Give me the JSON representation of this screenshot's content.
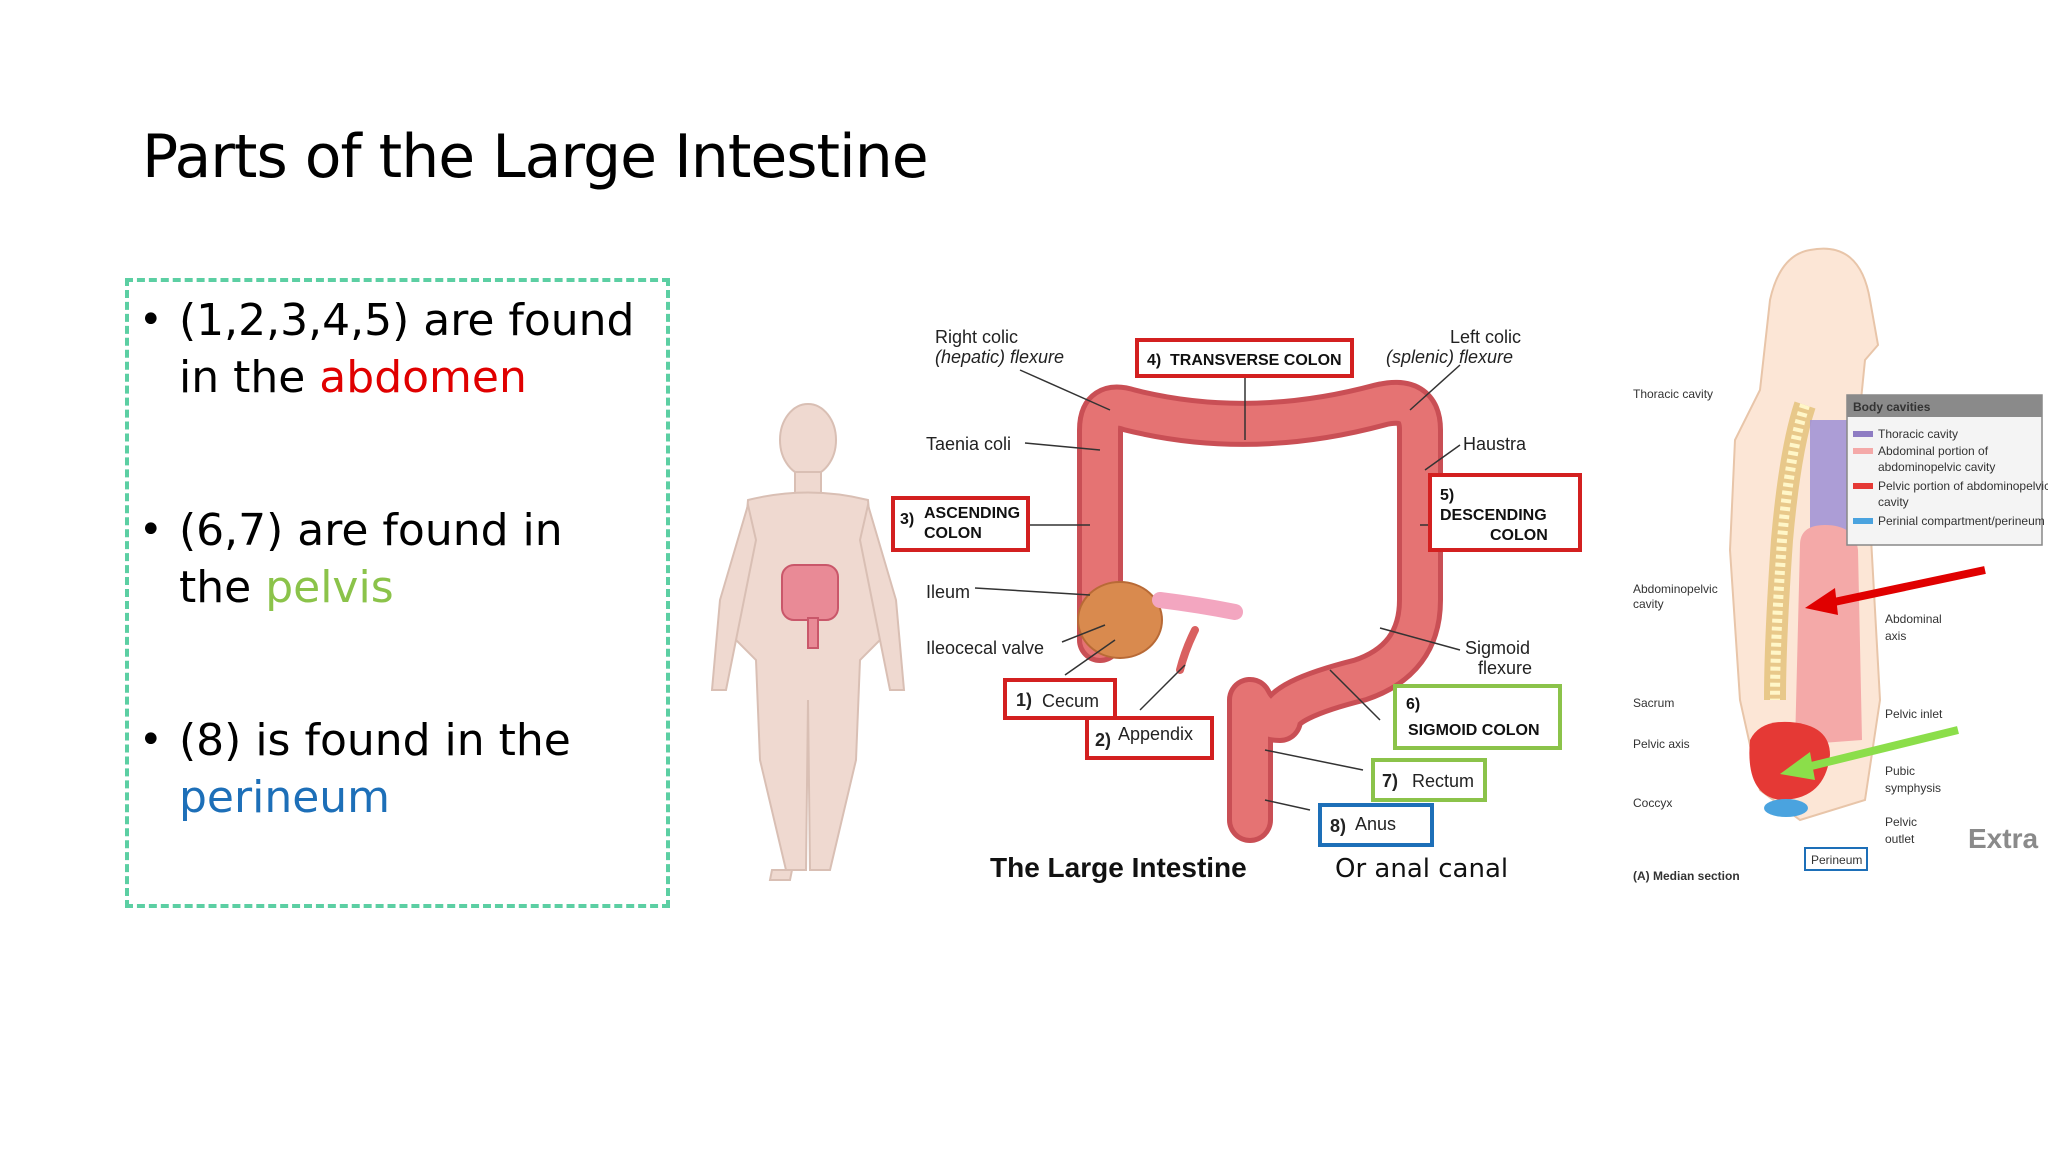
{
  "title": "Parts of the Large Intestine",
  "bullets": [
    {
      "text": "(1,2,3,4,5) are found in the ",
      "highlight": "abdomen"
    },
    {
      "text": "(6,7) are found in the ",
      "highlight": "pelvis"
    },
    {
      "text": "(8) is found in the ",
      "highlight": "perineum"
    }
  ],
  "diagram": {
    "caption": "The Large Intestine",
    "anal_note": "Or anal canal",
    "labels": {
      "right_colic": [
        "Right colic",
        "(hepatic) flexure"
      ],
      "left_colic": [
        "Left colic",
        "(splenic) flexure"
      ],
      "taenia": "Taenia coli",
      "haustra": "Haustra",
      "ileum": "Ileum",
      "ileocecal": "Ileocecal valve",
      "sigmoid_flexure": [
        "Sigmoid",
        "flexure"
      ]
    },
    "boxes": {
      "transverse": {
        "num": "4)",
        "name": "TRANSVERSE COLON"
      },
      "ascending": {
        "num": "3)",
        "name": [
          "ASCENDING",
          "COLON"
        ]
      },
      "descending": {
        "num": "5)",
        "name": [
          "DESCENDING",
          "COLON"
        ]
      },
      "cecum": {
        "num": "1)",
        "name": "Cecum"
      },
      "appendix": {
        "num": "2)",
        "name": "Appendix"
      },
      "sigmoid": {
        "num": "6)",
        "name": "SIGMOID COLON"
      },
      "rectum": {
        "num": "7)",
        "name": "Rectum"
      },
      "anus": {
        "num": "8)",
        "name": "Anus"
      }
    }
  },
  "section": {
    "labels": {
      "thoracic": "Thoracic cavity",
      "abdominopelvic": [
        "Abdominopelvic",
        "cavity"
      ],
      "sacrum": "Sacrum",
      "pelvic_axis": "Pelvic axis",
      "coccyx": "Coccyx",
      "abdominal_axis": [
        "Abdominal",
        "axis"
      ],
      "pelvic_inlet": "Pelvic inlet",
      "pubic": [
        "Pubic",
        "symphysis"
      ],
      "pelvic_outlet": [
        "Pelvic",
        "outlet"
      ],
      "perineum": "Perineum",
      "caption": "(A) Median section"
    },
    "legend": {
      "title": "Body cavities",
      "items": [
        {
          "text": [
            "Thoracic cavity"
          ],
          "color": "#8e7cc3"
        },
        {
          "text": [
            "Abdominal portion of",
            "abdominopelvic cavity"
          ],
          "color": "#f4a9a8"
        },
        {
          "text": [
            "Pelvic portion of abdominopelvic",
            "cavity"
          ],
          "color": "#e53935"
        },
        {
          "text": [
            "Perinial compartment/perineum"
          ],
          "color": "#4aa3df"
        }
      ]
    },
    "extra": "Extra"
  },
  "colors": {
    "abdomen": "#e00000",
    "pelvis": "#8bc34a",
    "perineum": "#1d6fb8",
    "box_red": "#d32020",
    "box_green": "#8bc34a",
    "box_blue": "#1d6fb8"
  }
}
